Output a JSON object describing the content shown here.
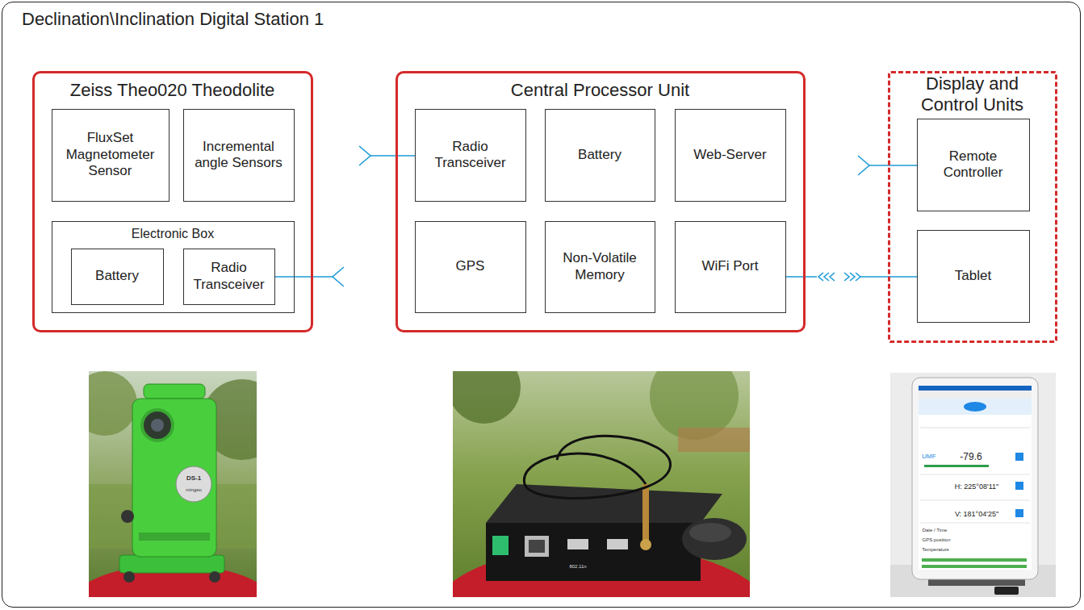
{
  "diagram": {
    "nodes": [
      {
        "text": [
          "Declination\\Inclination Digital Station 1"
        ]
      },
      {
        "text": [
          "Zeiss Theo020 Theodolite"
        ],
        "in": 0
      },
      {
        "text": [
          "FluxSet Magnetometer Sensor"
        ],
        "in": 1
      },
      {
        "text": [
          "Incremental angle Sensors"
        ],
        "in": 1
      },
      {
        "text": [
          "Electronic Box"
        ],
        "in": 1
      },
      {
        "text": [
          "Battery"
        ],
        "in": 4
      },
      {
        "text": [
          "Radio Transceiver"
        ],
        "in": 4
      },
      {
        "text": [
          "Central Processor Unit"
        ],
        "in": 0
      },
      {
        "text": [
          "Radio Transceiver"
        ],
        "in": 7
      },
      {
        "text": [
          "Battery"
        ],
        "in": 7
      },
      {
        "text": [
          "Web-Server"
        ],
        "in": 7
      },
      {
        "text": [
          "GPS"
        ],
        "in": 7
      },
      {
        "text": [
          "Non-Volatile Memory"
        ],
        "in": 7
      },
      {
        "text": [
          "WiFi Port"
        ],
        "in": 7
      },
      {
        "text": [
          "Display and Control Units"
        ],
        "in": 0
      },
      {
        "text": [
          "Remote Controller"
        ],
        "in": 14
      },
      {
        "text": [
          "Tablet"
        ],
        "in": 14
      }
    ],
    "labels": [
      "DS-1",
      "mingeo",
      "802.11n",
      "UMF",
      "-79.6",
      "H: 225°08'11\"",
      "V: 181°04'25\"",
      "Date / Time",
      "GPS position",
      "Temperature"
    ]
  }
}
